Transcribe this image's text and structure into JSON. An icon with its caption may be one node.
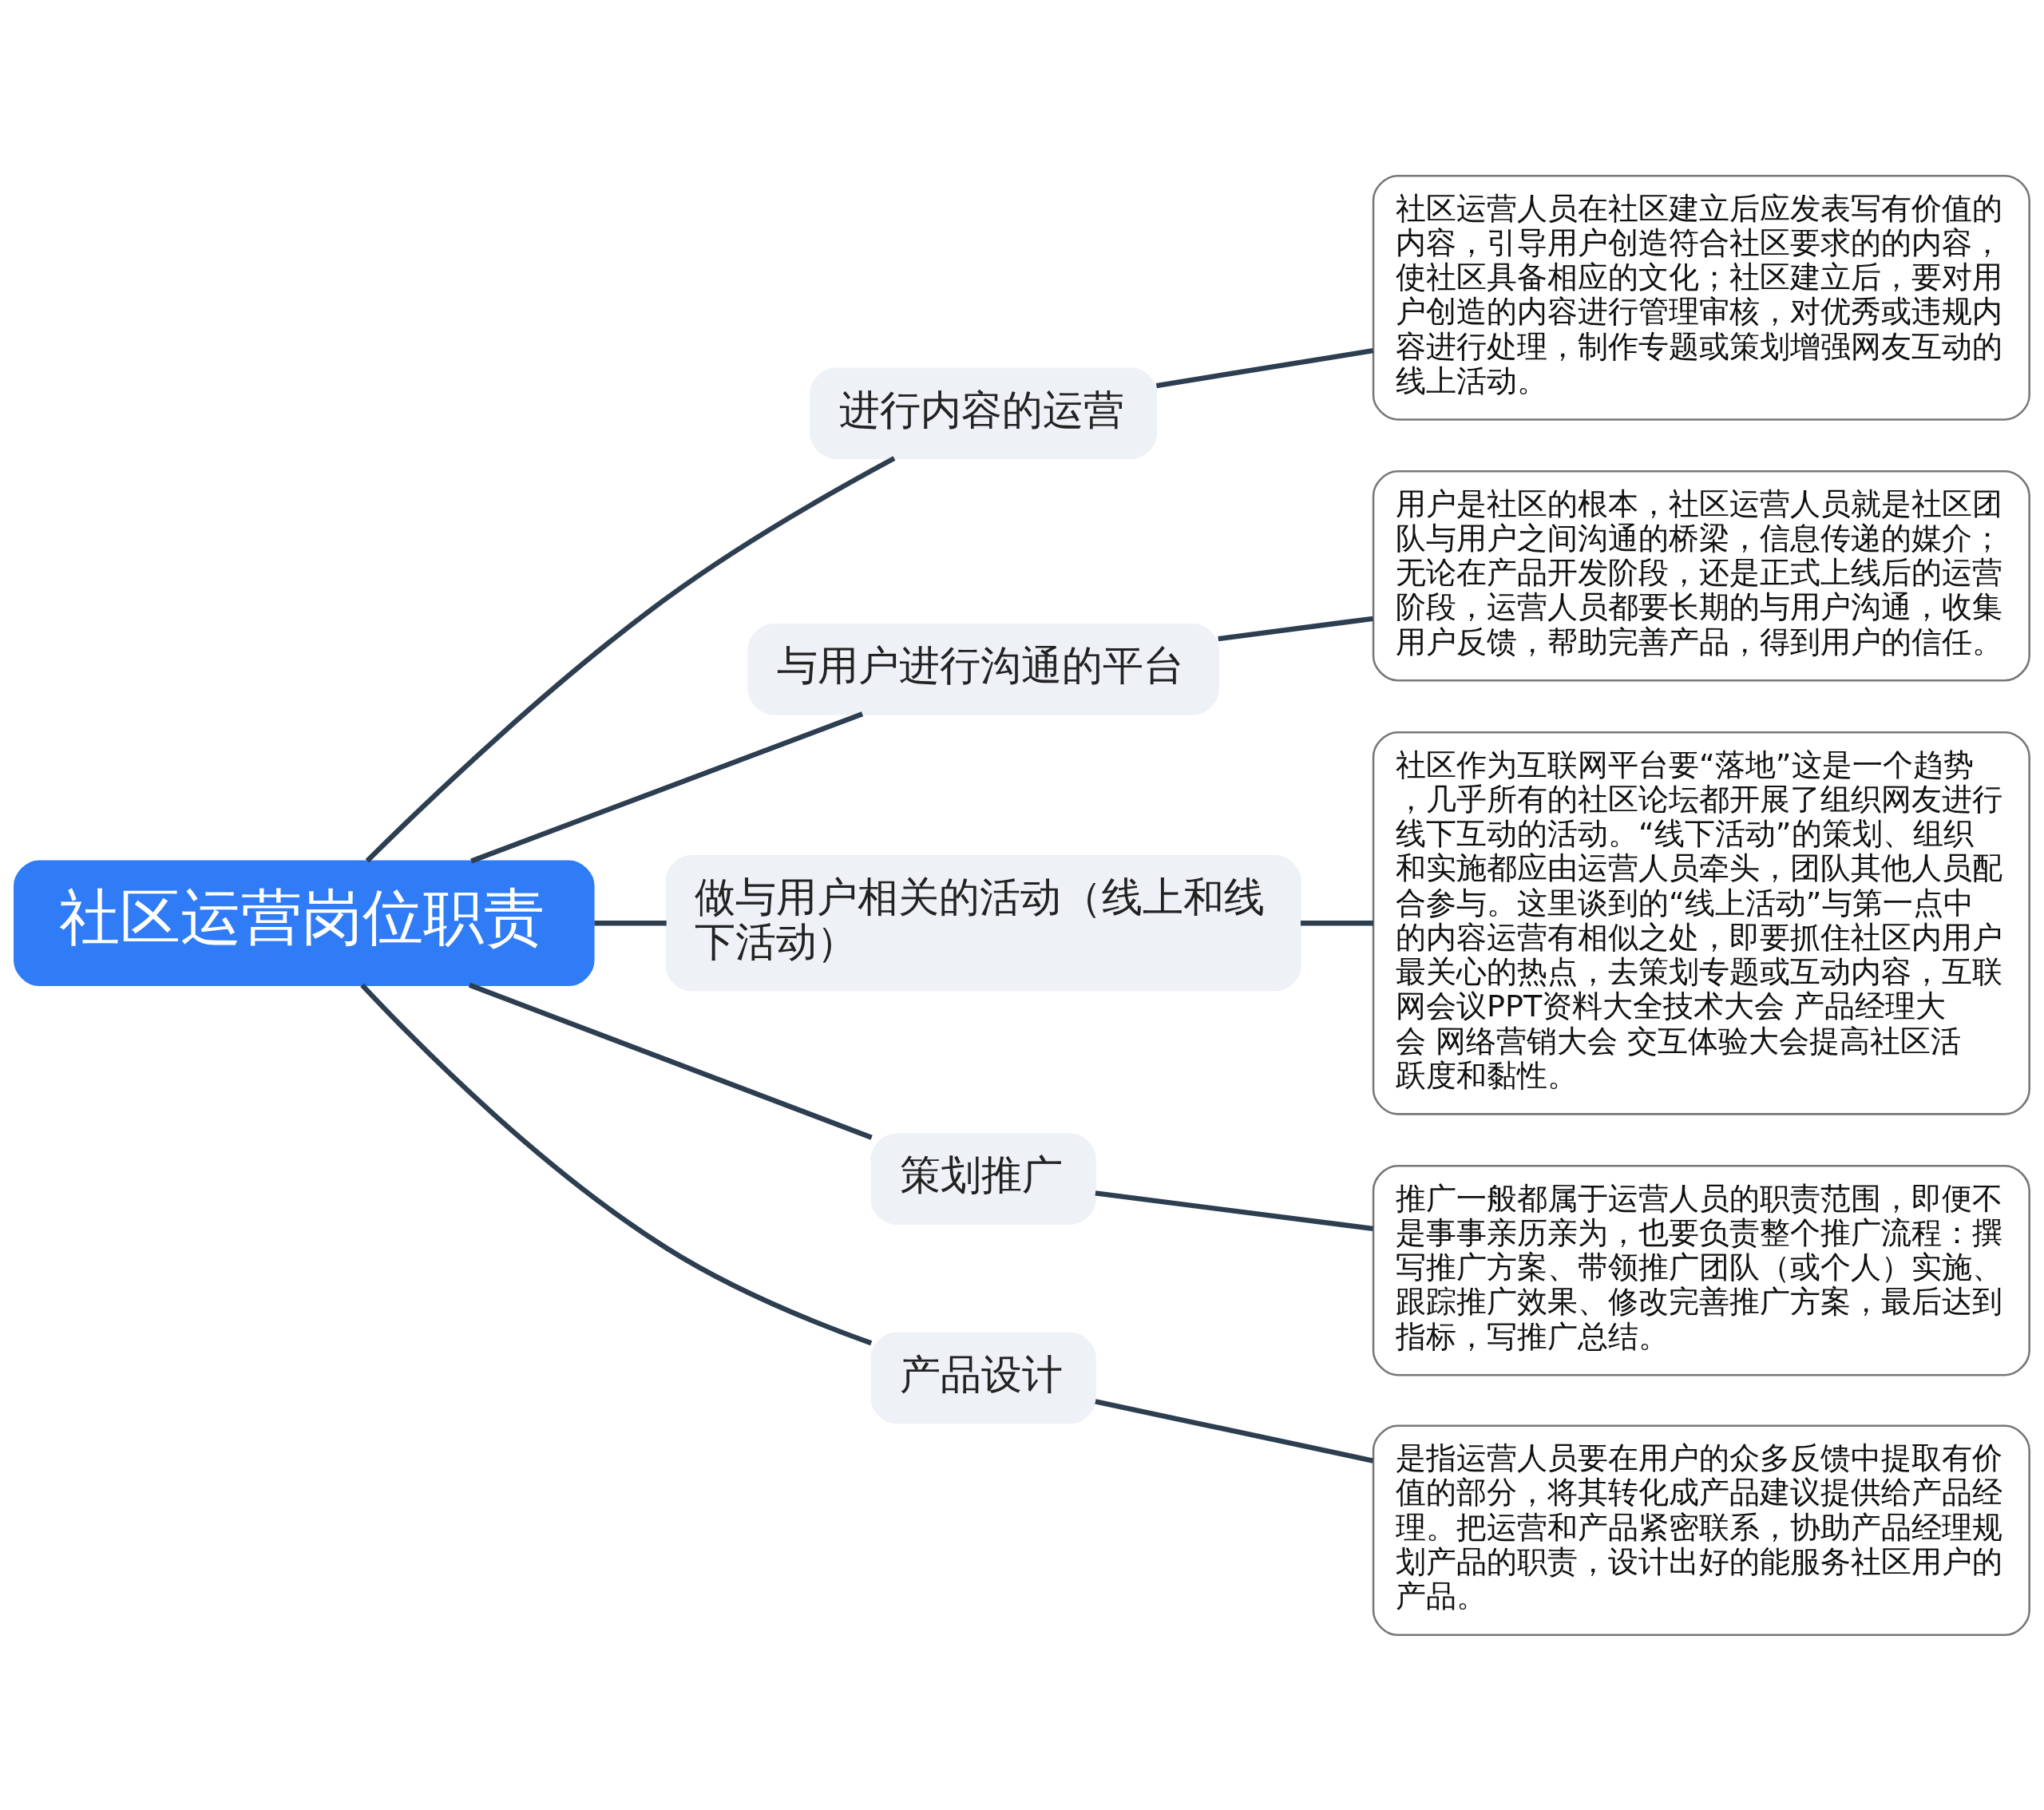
{
  "diagram": {
    "nodes": [
      {
        "text": [
          "社区运营岗位职责"
        ]
      },
      {
        "text": [
          "进行内容的运营"
        ]
      },
      {
        "text": [
          "与用户进行沟通的平台"
        ]
      },
      {
        "text": [
          "做与用户相关的活动（线上和线下活动）"
        ]
      },
      {
        "text": [
          "策划推广"
        ]
      },
      {
        "text": [
          "产品设计"
        ]
      },
      {
        "text": [
          "社区运营人员在社区建立后应发表写有价值的内容，引导用户创造符合社区要求的的内容，使社区具备相应的文化；社区建立后，要对用户创造的内容进行管理审核，对优秀或违规内容进行处理，制作专题或策划增强网友互动的线上活动。"
        ]
      },
      {
        "text": [
          "用户是社区的根本，社区运营人员就是社区团队与用户之间沟通的桥梁，信息传递的媒介；无论在产品开发阶段，还是正式上线后的运营阶段，运营人员都要长期的与用户沟通，收集用户反馈，帮助完善产品，得到用户的信任。"
        ]
      },
      {
        "text": [
          "社区作为互联网平台要“落地”这是一个趋势，几乎所有的社区论坛都开展了组织网友进行线下互动的活动。“线下活动”的策划、组织和实施都应由运营人员牵头，团队其他人员配合参与。这里谈到的“线上活动”与第一点中的内容运营有相似之处，即要抓住社区内用户最关心的热点，去策划专题或互动内容，互联网会议PPT资料大全技术大会 产品经理大会 网络营销大会 交互体验大会提高社区活跃度和黏性。"
        ]
      },
      {
        "text": [
          "推广一般都属于运营人员的职责范围，即便不是事事亲历亲为，也要负责整个推广流程：撰写推广方案、带领推广团队（或个人）实施、跟踪推广效果、修改完善推广方案，最后达到指标，写推广总结。"
        ]
      },
      {
        "text": [
          "是指运营人员要在用户的众多反馈中提取有价值的部分，将其转化成产品建议提供给产品经理。把运营和产品紧密联系，协助产品经理规划产品的职责，设计出好的能服务社区用户的产品。"
        ]
      }
    ],
    "edges": [
      {
        "from": 0,
        "to": 1,
        "arrow": "none"
      },
      {
        "from": 0,
        "to": 2,
        "arrow": "none"
      },
      {
        "from": 0,
        "to": 3,
        "arrow": "none"
      },
      {
        "from": 0,
        "to": 4,
        "arrow": "none"
      },
      {
        "from": 0,
        "to": 5,
        "arrow": "none"
      },
      {
        "from": 1,
        "to": 6,
        "arrow": "none"
      },
      {
        "from": 2,
        "to": 7,
        "arrow": "none"
      },
      {
        "from": 3,
        "to": 8,
        "arrow": "none"
      },
      {
        "from": 4,
        "to": 9,
        "arrow": "none"
      },
      {
        "from": 5,
        "to": 10,
        "arrow": "none"
      }
    ]
  }
}
